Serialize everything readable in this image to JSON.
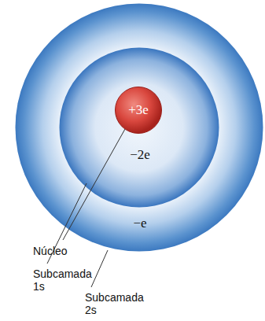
{
  "diagram": {
    "nodes": [
      {
        "text": [
          "−e"
        ]
      },
      {
        "text": [
          "−2e"
        ],
        "in": 0
      },
      {
        "text": [
          "+3e"
        ],
        "in": 1
      }
    ],
    "labels": [
      "Núcleo",
      "Subcamada 1s",
      "Subcamada 2s"
    ]
  }
}
